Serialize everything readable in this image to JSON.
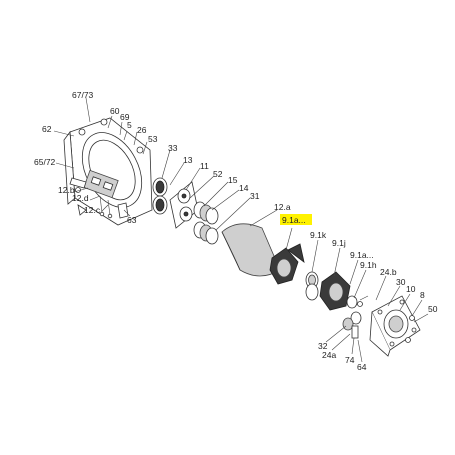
{
  "labels": {
    "l6773": "67/73",
    "l60": "60",
    "l69": "69",
    "l5": "5",
    "l62": "62",
    "l26": "26",
    "l53": "53",
    "l33": "33",
    "l6572": "65/72",
    "l13": "13",
    "l11": "11",
    "l52": "52",
    "l15": "15",
    "l14": "14",
    "l12b": "12.b",
    "l12d": "12.d",
    "l12c": "12.c",
    "l63": "63",
    "l31": "31",
    "l12a": "12.a",
    "l91a_hl": "9.1a...",
    "l91k": "9.1k",
    "l91j": "9.1j",
    "l91a2": "9.1a...",
    "l91h": "9.1h",
    "l24b": "24.b",
    "l30": "30",
    "l10": "10",
    "l8": "8",
    "l50": "50",
    "l32": "32",
    "l24a": "24a",
    "l74": "74",
    "l64": "64"
  },
  "highlight_color": "#fff200"
}
